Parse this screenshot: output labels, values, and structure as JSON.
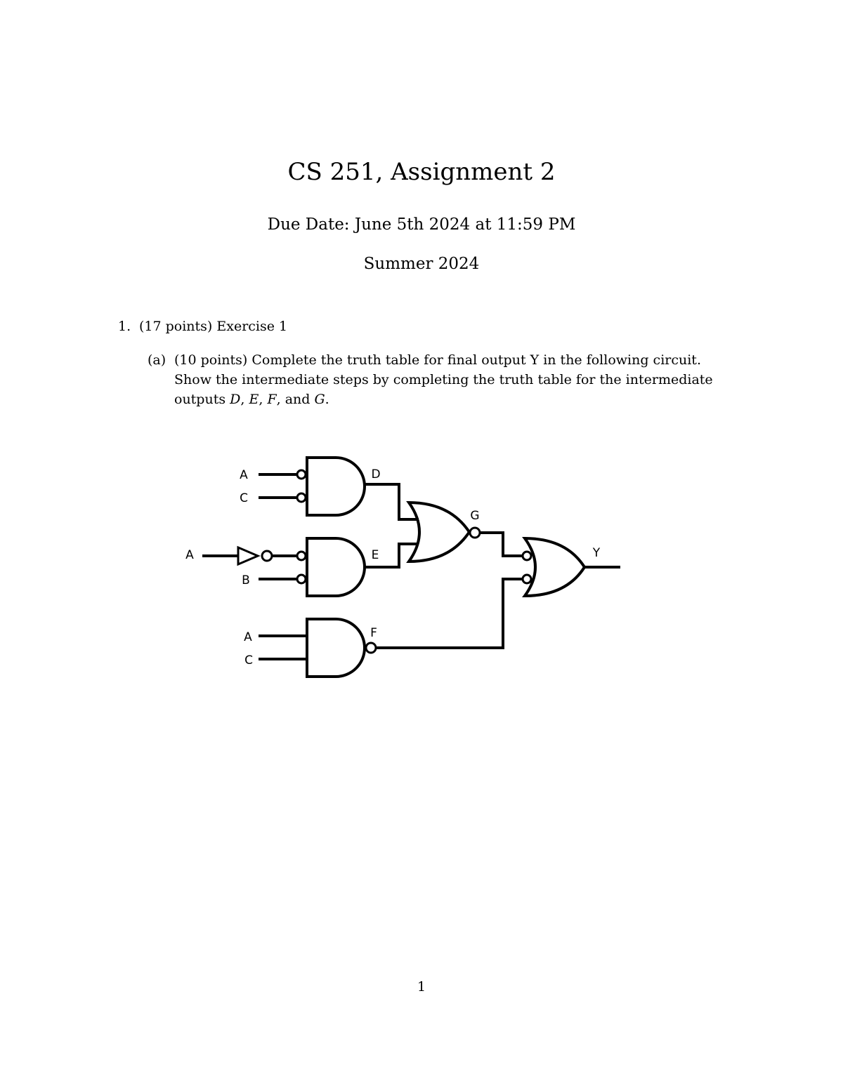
{
  "document": {
    "title": "CS 251, Assignment 2",
    "due_date": "Due Date: June 5th 2024 at 11:59 PM",
    "term": "Summer 2024",
    "page_number": "1"
  },
  "question": {
    "number": "1.",
    "text": "(17 points) Exercise 1",
    "part": {
      "label": "(a)",
      "line1": "(10 points) Complete the truth table for final output Y in the following circuit.",
      "line2": "Show the intermediate steps by completing the truth table for the intermediate",
      "line3_prefix": "outputs ",
      "line3_vars": [
        "D",
        "E",
        "F",
        "G"
      ],
      "line3_sep1": ", ",
      "line3_sep2": ", ",
      "line3_sep3": ", and ",
      "line3_end": "."
    }
  },
  "circuit": {
    "labels": {
      "d_in_a": "A",
      "d_in_c": "C",
      "e_in_a": "A",
      "e_in_b": "B",
      "f_in_a": "A",
      "f_in_c": "C",
      "out_d": "D",
      "out_e": "E",
      "out_f": "F",
      "out_g": "G",
      "out_y": "Y"
    }
  }
}
